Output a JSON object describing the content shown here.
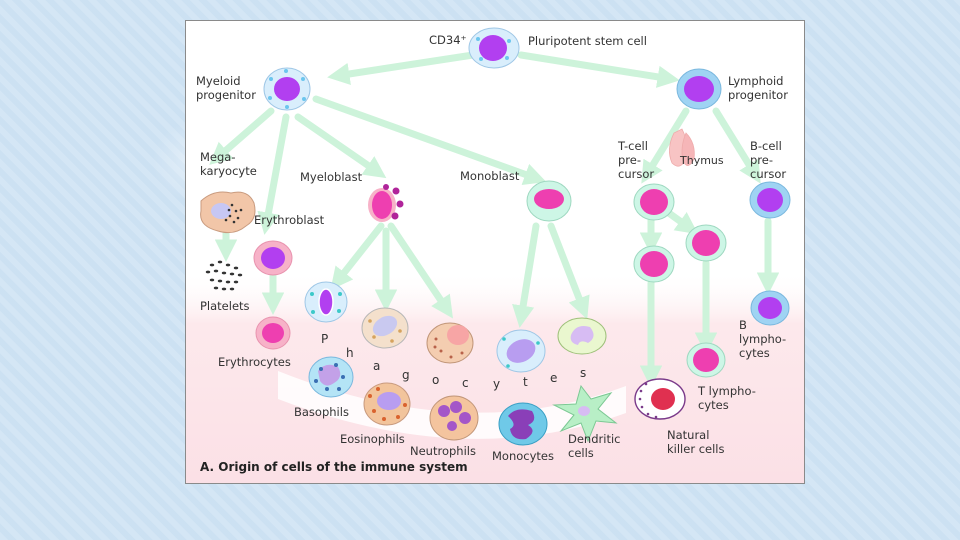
{
  "figure": {
    "caption": "A. Origin of cells of the immune system",
    "labels": {
      "cd34": "CD34⁺",
      "stem_cell": "Pluripotent stem cell",
      "myeloid_1": "Myeloid",
      "myeloid_2": "progenitor",
      "lymphoid_1": "Lymphoid",
      "lymphoid_2": "progenitor",
      "mega_1": "Mega-",
      "mega_2": "karyocyte",
      "myeloblast": "Myeloblast",
      "monoblast": "Monoblast",
      "tcell_pre_1": "T-cell",
      "tcell_pre_2": "pre-",
      "tcell_pre_3": "cursor",
      "thymus": "Thymus",
      "bcell_pre_1": "B-cell",
      "bcell_pre_2": "pre-",
      "bcell_pre_3": "cursor",
      "erythroblast": "Erythroblast",
      "platelets": "Platelets",
      "erythrocytes": "Erythrocytes",
      "basophils": "Basophils",
      "eosinophils": "Eosinophils",
      "neutrophils": "Neutrophils",
      "monocytes": "Monocytes",
      "dendritic_1": "Dendritic",
      "dendritic_2": "cells",
      "nk_1": "Natural",
      "nk_2": "killer cells",
      "b_lympho_1": "B",
      "b_lympho_2": "lympho-",
      "b_lympho_3": "cytes",
      "t_lympho_1": "T lympho-",
      "t_lympho_2": "cytes"
    },
    "phagocytes_letters": [
      "P",
      "h",
      "a",
      "g",
      "o",
      "c",
      "y",
      "t",
      "e",
      "s"
    ]
  },
  "colors": {
    "arrow": "#cdf3da",
    "nucleus_magenta": "#ee3fb0",
    "nucleus_purple": "#b23ff0",
    "cyto_blue": "#9fd3f3",
    "cyto_mint": "#cdf6e6",
    "pink_band": "#fde9ec"
  }
}
